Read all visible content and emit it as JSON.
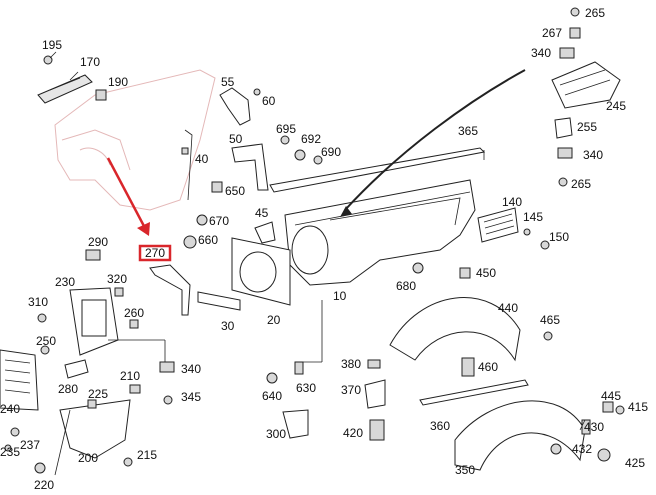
{
  "colors": {
    "highlight": "#d9262b",
    "ghost_outline": "#e4b8b8",
    "line": "#222222"
  },
  "highlight_box_label": "270",
  "callouts": [
    {
      "label": "195"
    },
    {
      "label": "170"
    },
    {
      "label": "190"
    },
    {
      "label": "55"
    },
    {
      "label": "60"
    },
    {
      "label": "50"
    },
    {
      "label": "40"
    },
    {
      "label": "650"
    },
    {
      "label": "695"
    },
    {
      "label": "692"
    },
    {
      "label": "690"
    },
    {
      "label": "670"
    },
    {
      "label": "45"
    },
    {
      "label": "660"
    },
    {
      "label": "365"
    },
    {
      "label": "265"
    },
    {
      "label": "267"
    },
    {
      "label": "340"
    },
    {
      "label": "245"
    },
    {
      "label": "255"
    },
    {
      "label": "340"
    },
    {
      "label": "265"
    },
    {
      "label": "140"
    },
    {
      "label": "145"
    },
    {
      "label": "150"
    },
    {
      "label": "290"
    },
    {
      "label": "230"
    },
    {
      "label": "320"
    },
    {
      "label": "260"
    },
    {
      "label": "310"
    },
    {
      "label": "250"
    },
    {
      "label": "280"
    },
    {
      "label": "240"
    },
    {
      "label": "237"
    },
    {
      "label": "235"
    },
    {
      "label": "220"
    },
    {
      "label": "200"
    },
    {
      "label": "225"
    },
    {
      "label": "210"
    },
    {
      "label": "215"
    },
    {
      "label": "340"
    },
    {
      "label": "345"
    },
    {
      "label": "30"
    },
    {
      "label": "20"
    },
    {
      "label": "10"
    },
    {
      "label": "680"
    },
    {
      "label": "450"
    },
    {
      "label": "440"
    },
    {
      "label": "465"
    },
    {
      "label": "460"
    },
    {
      "label": "640"
    },
    {
      "label": "630"
    },
    {
      "label": "380"
    },
    {
      "label": "370"
    },
    {
      "label": "300"
    },
    {
      "label": "420"
    },
    {
      "label": "360"
    },
    {
      "label": "445"
    },
    {
      "label": "415"
    },
    {
      "label": "430"
    },
    {
      "label": "432"
    },
    {
      "label": "425"
    },
    {
      "label": "350"
    }
  ]
}
